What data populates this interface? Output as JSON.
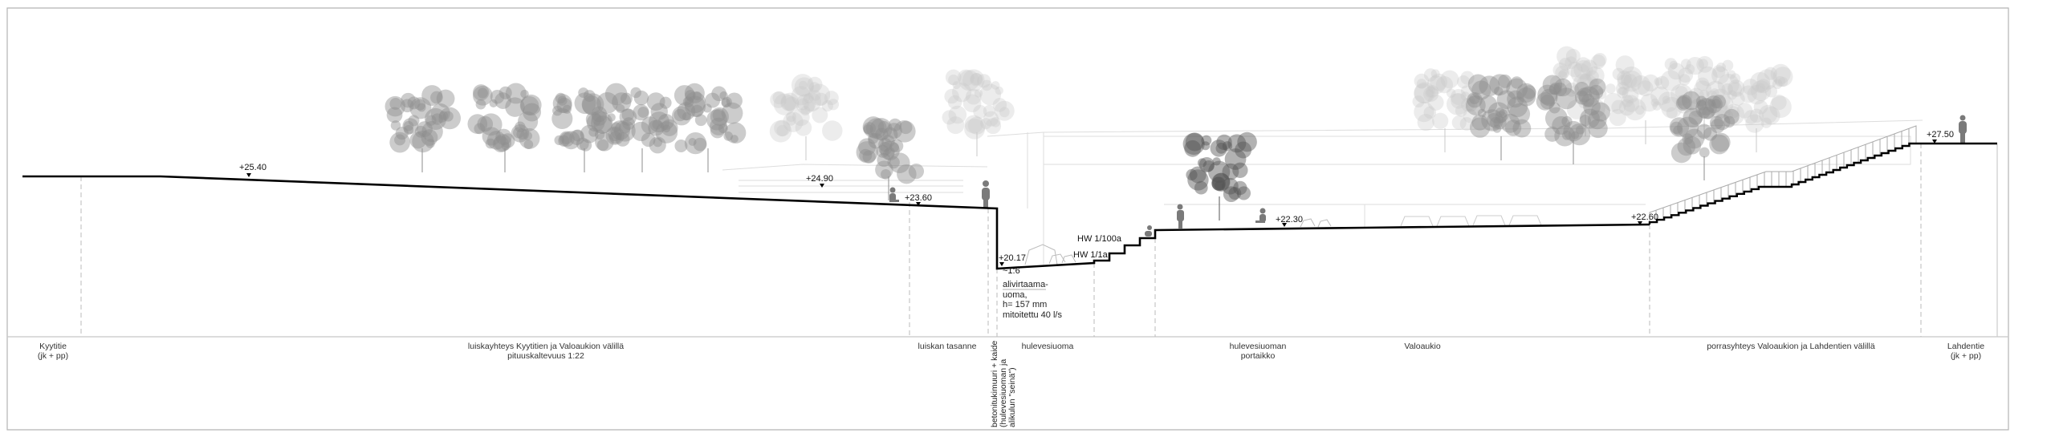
{
  "levels": {
    "l1": "+25.40",
    "l2": "+24.90",
    "l3": "+23.60",
    "l4": "+20.17",
    "l5": "+22.30",
    "l6": "+22.60",
    "l7": "+27.50"
  },
  "water": {
    "hw100": "HW 1/100a",
    "hw1": "HW 1/1a",
    "slope": "~1:6"
  },
  "channel_note": [
    "alivirtaama-",
    "uoma,",
    "h= 157 mm",
    "mitoitettu 40 l/s"
  ],
  "wall_note": [
    "betonitukimuuri + kaide",
    "(hulevesiuoman ja",
    "alikulun \"seinä\")"
  ],
  "zones": {
    "kyytitie": [
      "Kyytitie",
      "(jk + pp)"
    ],
    "ramp": [
      "luiskayhteys Kyytitien ja Valoaukion välillä",
      "pituuskaltevuus 1:22"
    ],
    "landing": "luiskan tasanne",
    "channel": "hulevesiuoma",
    "steps": [
      "hulevesiuoman",
      "portaikko"
    ],
    "square": "Valoaukio",
    "stairs": "porrasyhteys Valoaukion ja Lahdentien välillä",
    "lahdentie": [
      "Lahdentie",
      "(jk + pp)"
    ]
  },
  "colors": {
    "profile": "#000000",
    "tree_dark": "#8e8e8e",
    "tree_light": "#c9c9c9",
    "frame": "#b0b0b0"
  }
}
